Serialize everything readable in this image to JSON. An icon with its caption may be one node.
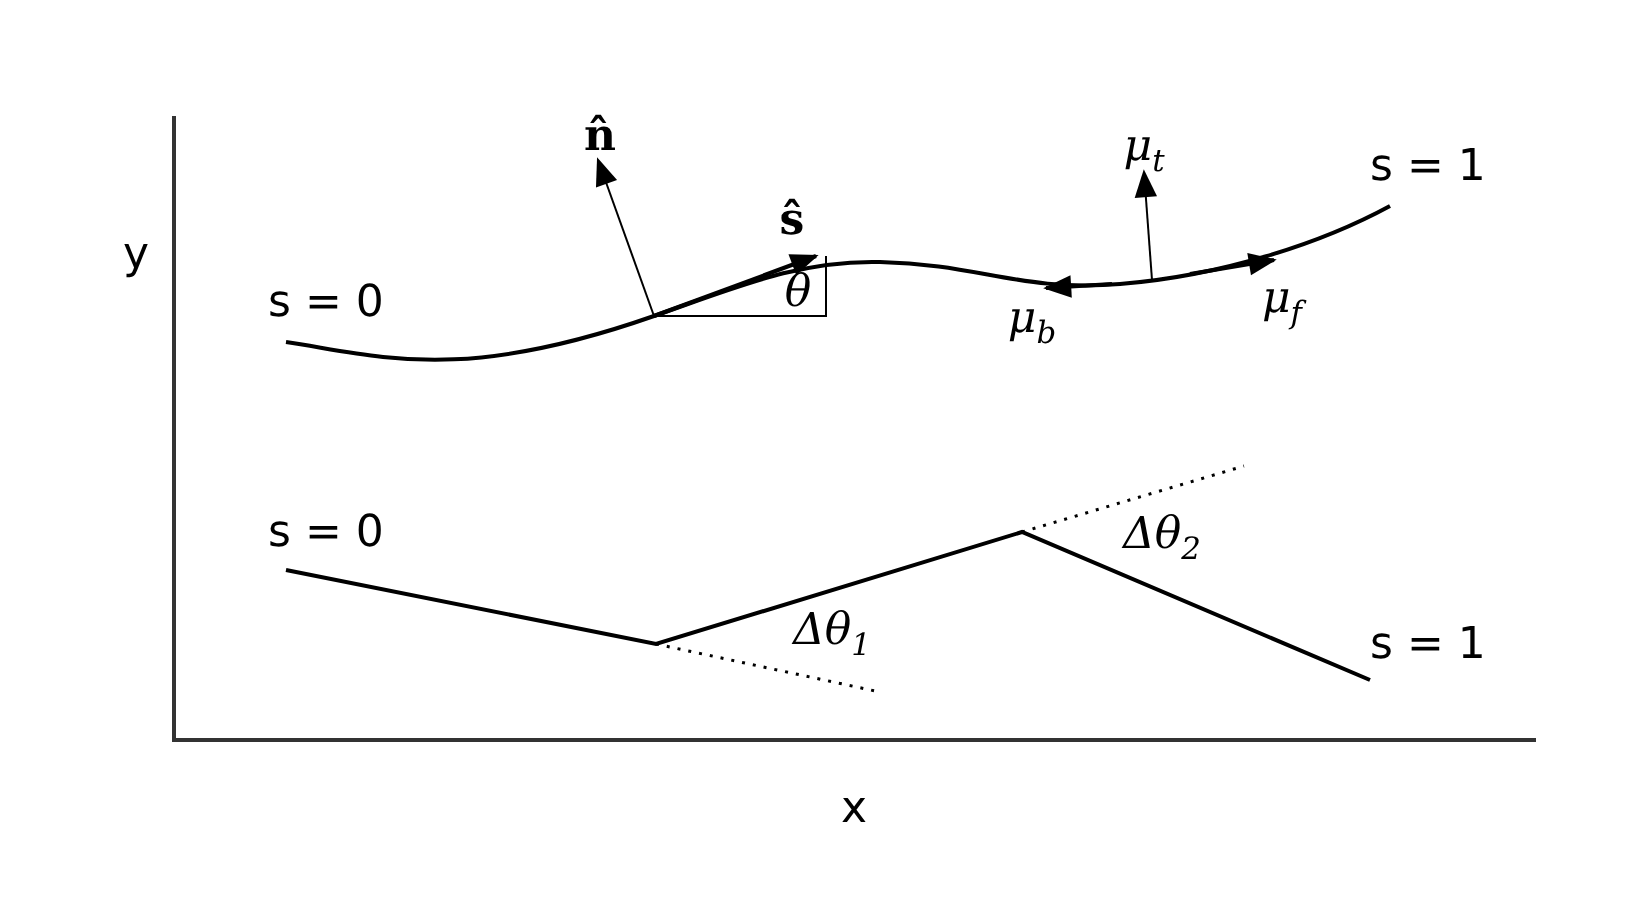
{
  "diagram": {
    "labels": [
      "n̂",
      "μ$_{t}$",
      "s = 1",
      "ŝ",
      "y",
      "s = 0",
      "θ",
      "μ$_{b}$",
      "μ$_{f}$",
      "s = 0",
      "Δθ$_{2}$",
      "Δθ$_{1}$",
      "s = 1",
      "x"
    ]
  }
}
